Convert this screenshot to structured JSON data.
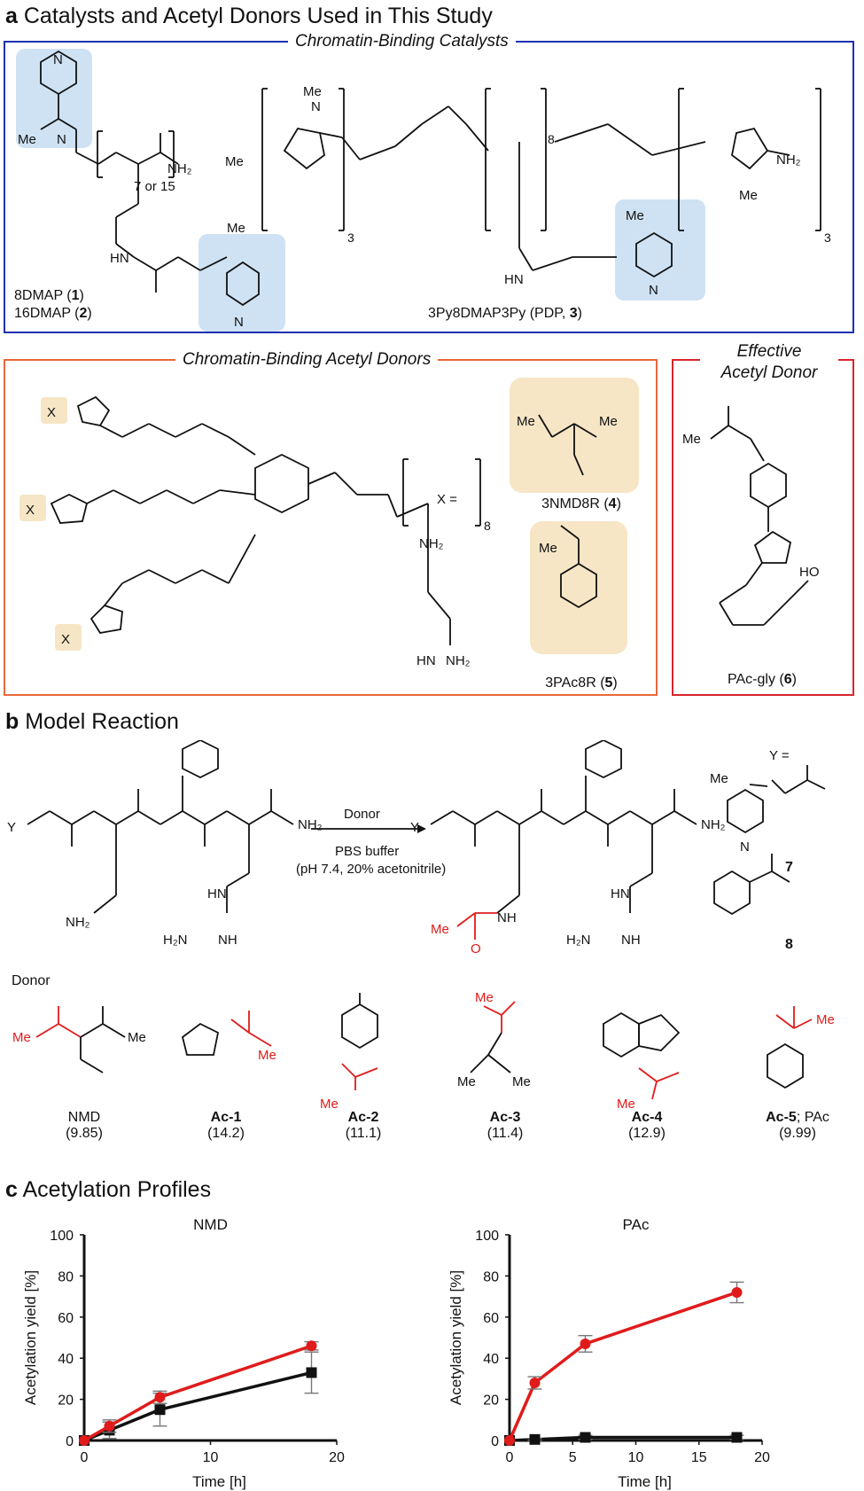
{
  "section_a": {
    "letter": "a",
    "title": "Catalysts and Acetyl Donors Used in This Study",
    "catalysts_box_title": "Chromatin-Binding Catalysts",
    "donors_box_title": "Chromatin-Binding Acetyl Donors",
    "effective_box_title_line1": "Effective",
    "effective_box_title_line2": "Acetyl Donor",
    "cat1_label_prefix": "8DMAP (",
    "cat1_num": "1",
    "cat2_label_prefix": "16DMAP (",
    "cat2_num": "2",
    "close_paren": ")",
    "cat3_label_prefix": "3Py8DMAP3Py (PDP, ",
    "cat3_num": "3",
    "repeat_7_or_15": "7 or 15",
    "x_equals": "X =",
    "donor4_label_prefix": "3NMD8R (",
    "donor4_num": "4",
    "donor5_label_prefix": "3PAc8R (",
    "donor5_num": "5",
    "donor6_label_prefix": "PAc-gly (",
    "donor6_num": "6",
    "repeat_8": "8",
    "repeat_3": "3"
  },
  "section_b": {
    "letter": "b",
    "title": "Model Reaction",
    "arrow_top": "Donor",
    "arrow_bottom1": "PBS buffer",
    "arrow_bottom2": "(pH 7.4, 20% acetonitrile)",
    "y_equals": "Y =",
    "y7": "7",
    "y8": "8",
    "donor_heading": "Donor",
    "donors": [
      {
        "name": "NMD",
        "bold": false,
        "suffix": "",
        "value": "(9.85)"
      },
      {
        "name": "Ac-1",
        "bold": true,
        "suffix": "",
        "value": "(14.2)"
      },
      {
        "name": "Ac-2",
        "bold": true,
        "suffix": "",
        "value": "(11.1)"
      },
      {
        "name": "Ac-3",
        "bold": true,
        "suffix": "",
        "value": "(11.4)"
      },
      {
        "name": "Ac-4",
        "bold": true,
        "suffix": "",
        "value": "(12.9)"
      },
      {
        "name": "Ac-5",
        "bold": true,
        "suffix": "; PAc",
        "value": "(9.99)"
      }
    ]
  },
  "section_c": {
    "letter": "c",
    "title": "Acetylation Profiles"
  },
  "colors": {
    "blue_box": "#1f2fb0",
    "orange_box": "#e8683a",
    "red_box": "#d9252b",
    "red_series": "#e01b1b",
    "black_series": "#111111",
    "highlight_blue": "#cfe2f3",
    "highlight_tan": "#f6e6c6"
  },
  "chart_data": [
    {
      "type": "line",
      "title": "NMD",
      "xlabel": "Time [h]",
      "ylabel": "Acetylation yield [%]",
      "xlim": [
        0,
        20
      ],
      "ylim": [
        0,
        100
      ],
      "xticks": [
        "0",
        "10",
        "20"
      ],
      "yticks": [
        "0",
        "20",
        "40",
        "60",
        "80",
        "100"
      ],
      "x": [
        0,
        2,
        6,
        18
      ],
      "series": [
        {
          "color": "red",
          "marker": "circle",
          "values": [
            0,
            7,
            21,
            46
          ],
          "error": [
            0,
            3,
            3,
            2
          ]
        },
        {
          "color": "black",
          "marker": "square",
          "values": [
            0,
            5,
            15,
            33
          ],
          "error": [
            0,
            4,
            8,
            10
          ]
        }
      ]
    },
    {
      "type": "line",
      "title": "PAc",
      "xlabel": "Time [h]",
      "ylabel": "Acetylation yield [%]",
      "xlim": [
        0,
        20
      ],
      "ylim": [
        0,
        100
      ],
      "xticks": [
        "0",
        "5",
        "10",
        "15",
        "20"
      ],
      "yticks": [
        "0",
        "20",
        "40",
        "60",
        "80",
        "100"
      ],
      "x": [
        0,
        2,
        6,
        18
      ],
      "series": [
        {
          "color": "red",
          "marker": "circle",
          "values": [
            0,
            28,
            47,
            72
          ],
          "error": [
            0,
            3,
            4,
            5
          ]
        },
        {
          "color": "black",
          "marker": "square",
          "values": [
            0,
            0.5,
            1.5,
            1.5
          ],
          "error": [
            0,
            0.5,
            1,
            1
          ]
        }
      ]
    }
  ]
}
